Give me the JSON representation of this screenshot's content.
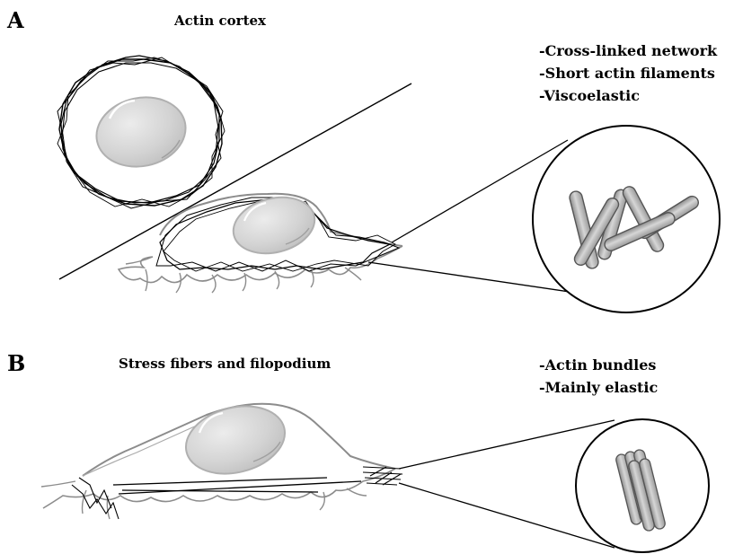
{
  "panels": [
    {
      "letter": "A",
      "title": "Actin cortex",
      "properties": [
        "-Cross-linked network",
        "-Short actin filaments",
        "-Viscoelastic"
      ]
    },
    {
      "letter": "B",
      "title": "Stress fibers and filopodium",
      "properties": [
        "-Actin bundles",
        "-Mainly elastic"
      ]
    }
  ],
  "colors": {
    "outline": "#000000",
    "membrane_gray": "#8c8c8c",
    "nucleus_fill": "#d8d8d8",
    "nucleus_edge": "#b0b0b0",
    "filament_fill": "#b9b9b9"
  }
}
